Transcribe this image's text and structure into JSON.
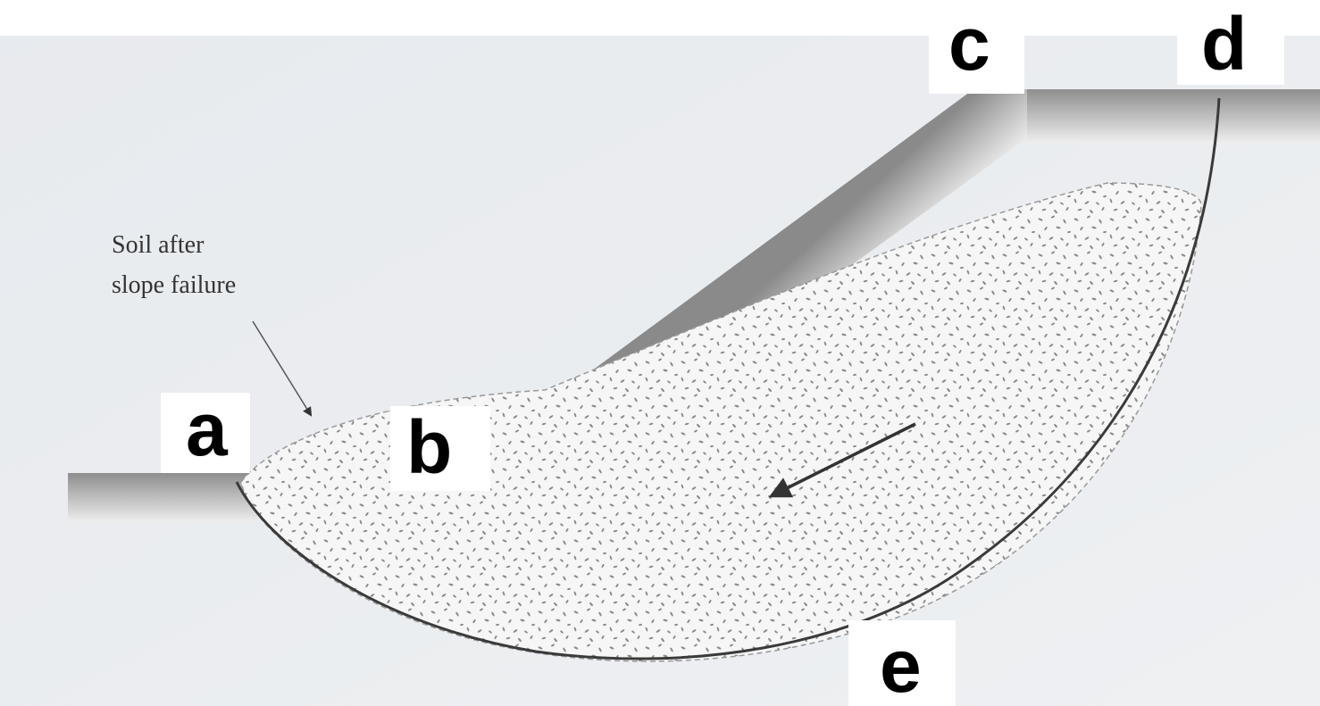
{
  "annotation": {
    "line1": "Soil after",
    "line2": "slope failure"
  },
  "points": {
    "a": "a",
    "b": "b",
    "c": "c",
    "d": "d",
    "e": "e"
  },
  "colors": {
    "background": "#e9ecef",
    "ground_dark": "#8c8c8c",
    "ground_light": "#f0f0f0",
    "slip_surface": "#3a3a3a",
    "soil_texture": "#8a8a8a"
  }
}
